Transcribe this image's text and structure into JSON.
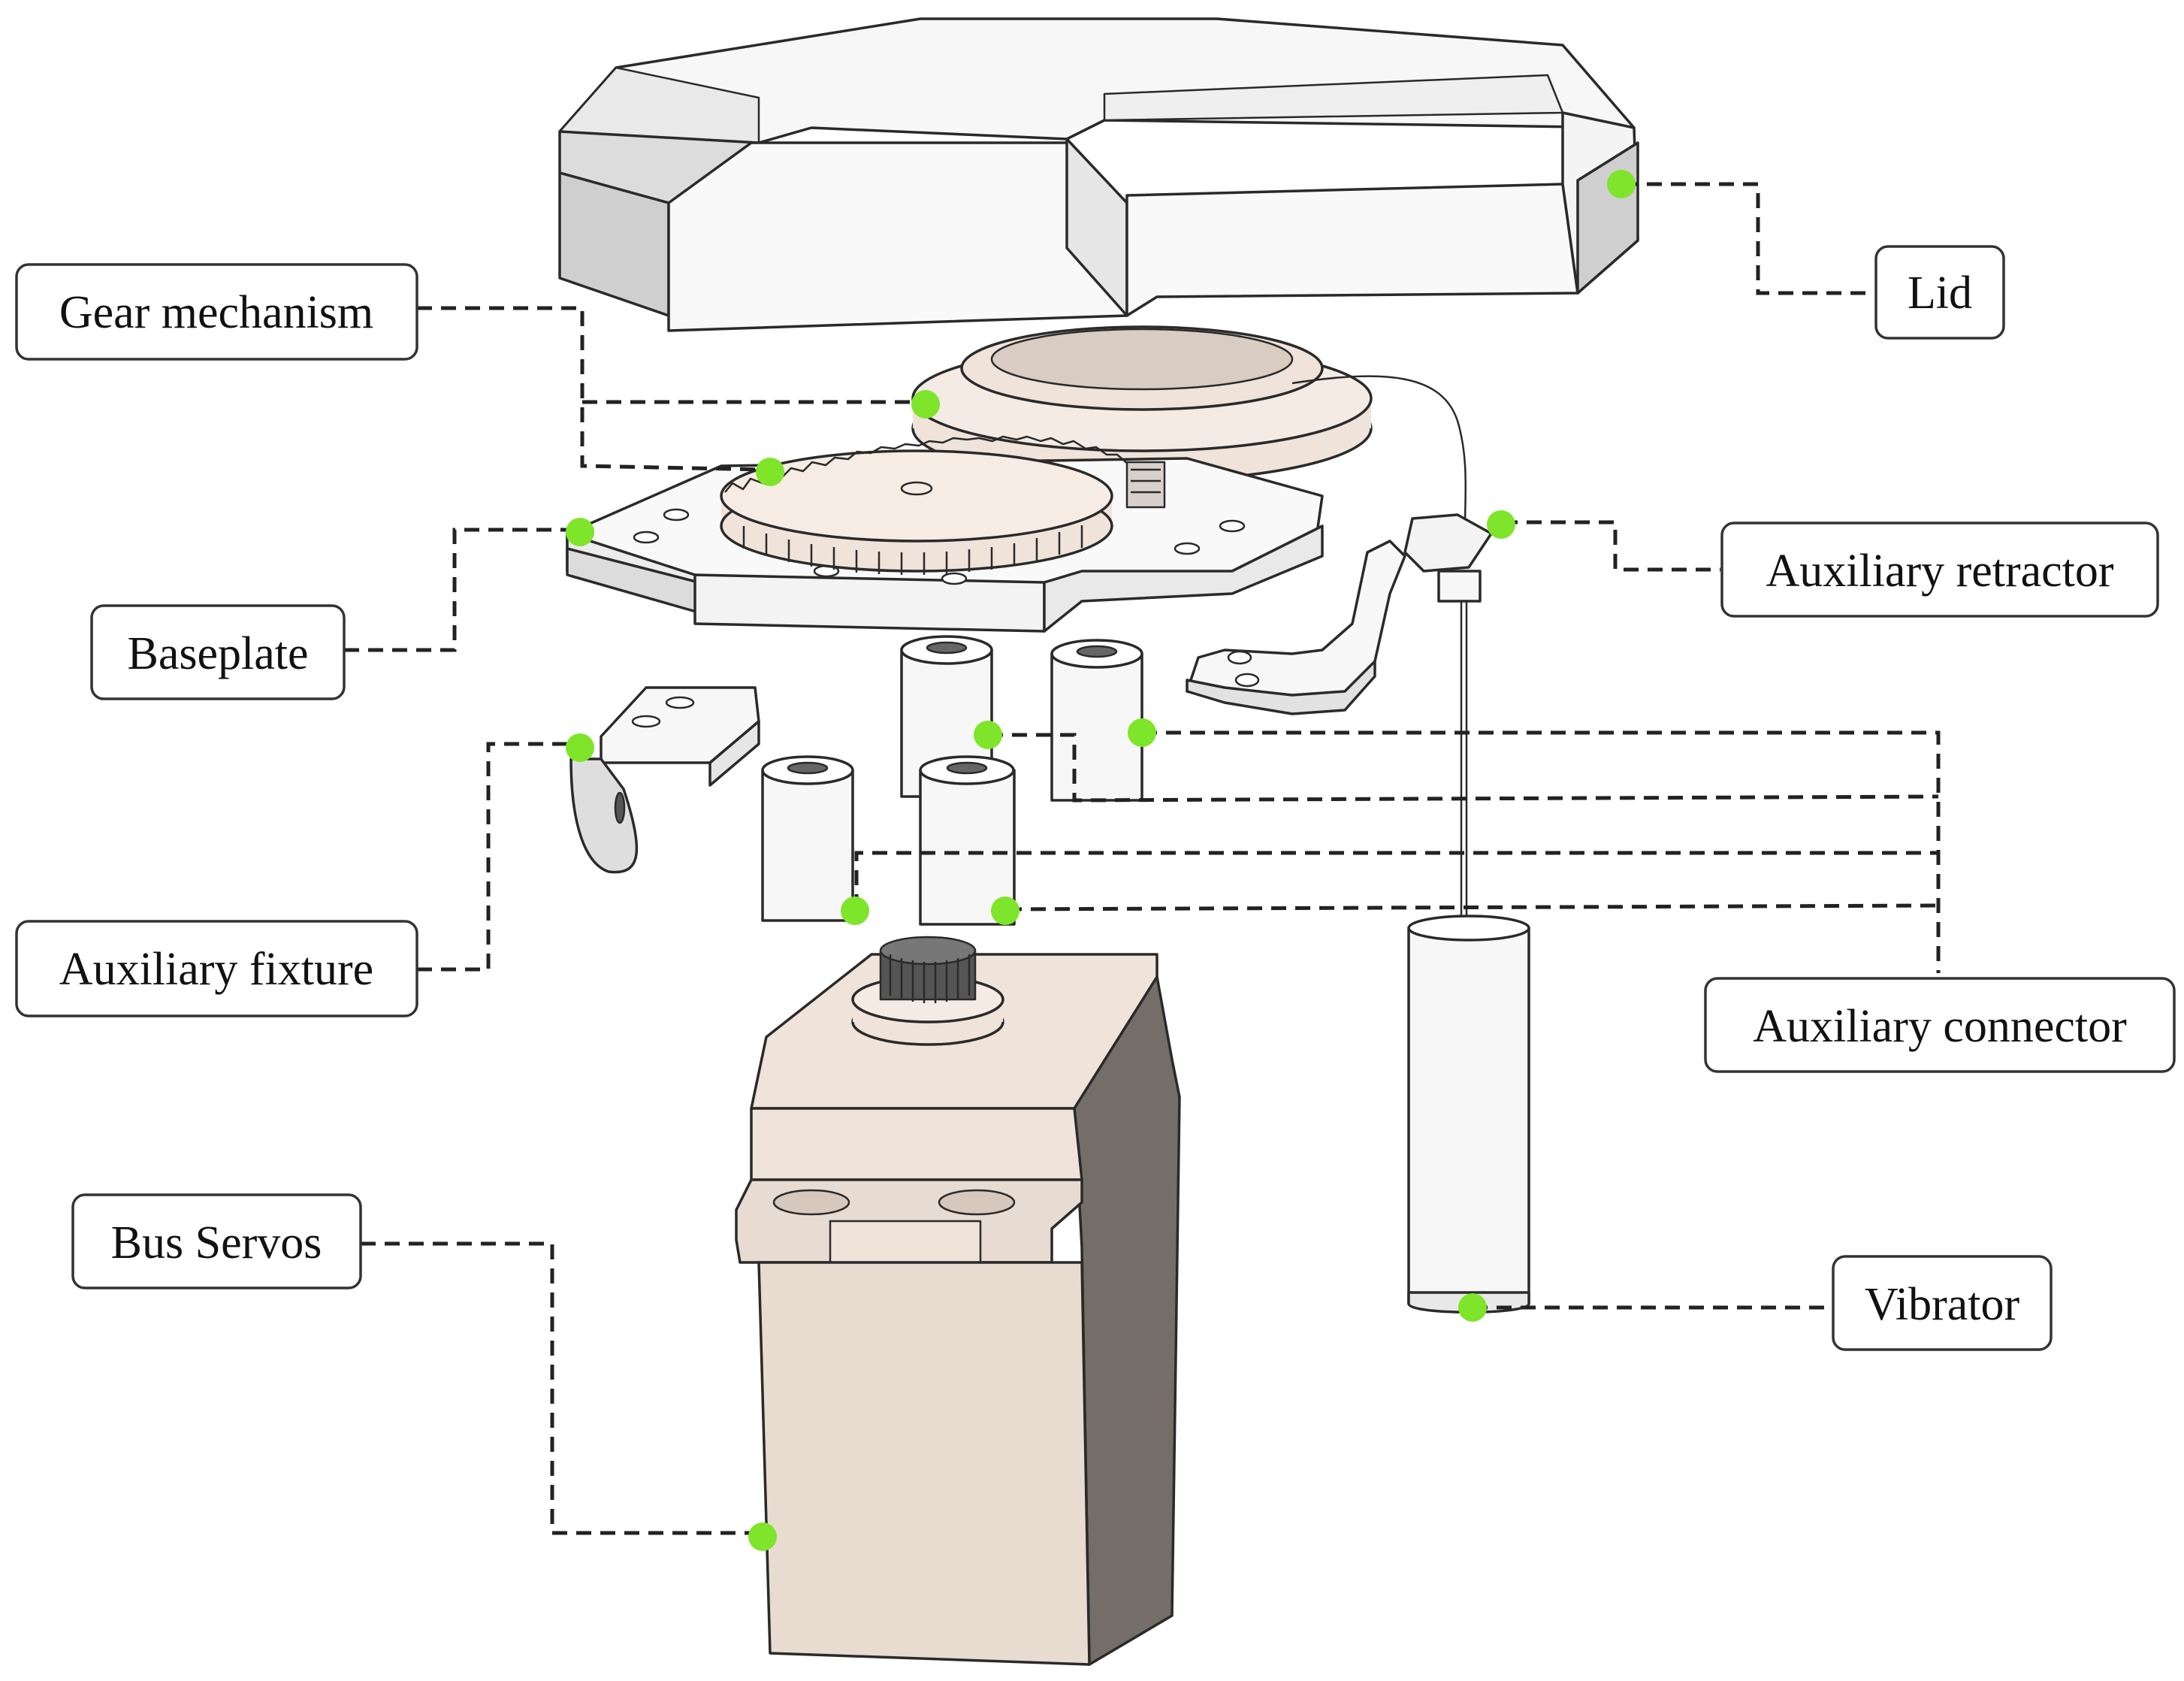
{
  "labels": {
    "gear_mechanism": "Gear mechanism",
    "lid": "Lid",
    "baseplate": "Baseplate",
    "auxiliary_retractor": "Auxiliary retractor",
    "auxiliary_fixture": "Auxiliary fixture",
    "auxiliary_connector": "Auxiliary connector",
    "bus_servos": "Bus Servos",
    "vibrator": "Vibrator"
  },
  "colors": {
    "marker": "#7ee52a",
    "part_light": "#f5f5f5",
    "part_shade": "#cfcfcf",
    "part_beige": "#eee0d6",
    "part_beige_dark": "#756e68",
    "outline": "#2a2a2a"
  }
}
